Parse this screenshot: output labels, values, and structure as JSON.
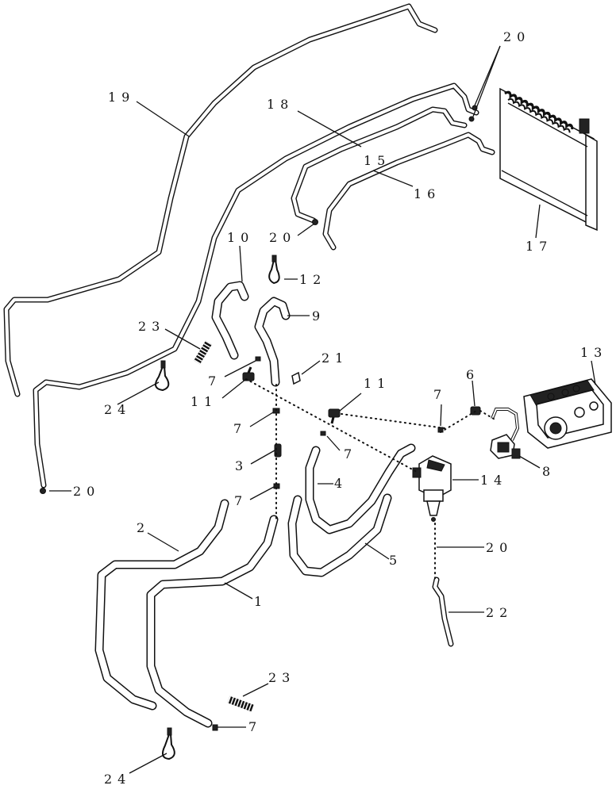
{
  "callouts": [
    {
      "id": "c19",
      "text": "19"
    },
    {
      "id": "c18",
      "text": "18"
    },
    {
      "id": "c15",
      "text": "15"
    },
    {
      "id": "c16",
      "text": "16"
    },
    {
      "id": "c17",
      "text": "17"
    },
    {
      "id": "c20a",
      "text": "20"
    },
    {
      "id": "c20b",
      "text": "20"
    },
    {
      "id": "c20c",
      "text": "20"
    },
    {
      "id": "c20d",
      "text": "20"
    },
    {
      "id": "c10",
      "text": "10"
    },
    {
      "id": "c12",
      "text": "12"
    },
    {
      "id": "c9",
      "text": "9"
    },
    {
      "id": "c23a",
      "text": "23"
    },
    {
      "id": "c23b",
      "text": "23"
    },
    {
      "id": "c21",
      "text": "21"
    },
    {
      "id": "c13",
      "text": "13"
    },
    {
      "id": "c7a",
      "text": "7"
    },
    {
      "id": "c7b",
      "text": "7"
    },
    {
      "id": "c7c",
      "text": "7"
    },
    {
      "id": "c7d",
      "text": "7"
    },
    {
      "id": "c7e",
      "text": "7"
    },
    {
      "id": "c7f",
      "text": "7"
    },
    {
      "id": "c6",
      "text": "6"
    },
    {
      "id": "c11a",
      "text": "11"
    },
    {
      "id": "c11b",
      "text": "11"
    },
    {
      "id": "c24a",
      "text": "24"
    },
    {
      "id": "c24b",
      "text": "24"
    },
    {
      "id": "c3",
      "text": "3"
    },
    {
      "id": "c4",
      "text": "4"
    },
    {
      "id": "c14",
      "text": "14"
    },
    {
      "id": "c8",
      "text": "8"
    },
    {
      "id": "c2",
      "text": "2"
    },
    {
      "id": "c5",
      "text": "5"
    },
    {
      "id": "c1",
      "text": "1"
    },
    {
      "id": "c22",
      "text": "22"
    }
  ]
}
